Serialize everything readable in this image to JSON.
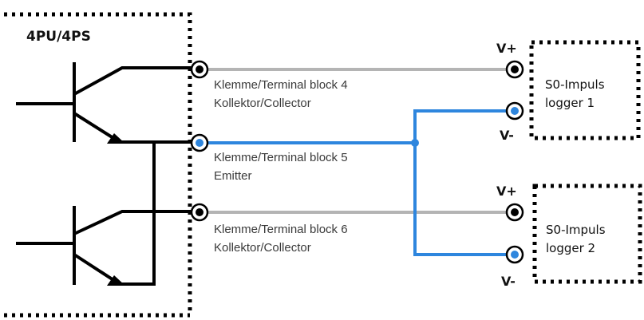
{
  "module": {
    "title": "4PU/4PS"
  },
  "terminals": [
    {
      "line1": "Klemme/Terminal block 4",
      "line2": "Kollektor/Collector"
    },
    {
      "line1": "Klemme/Terminal block 5",
      "line2": "Emitter"
    },
    {
      "line1": "Klemme/Terminal block 6",
      "line2": "Kollektor/Collector"
    }
  ],
  "loggers": [
    {
      "line1": "S0-Impuls",
      "line2": "logger 1",
      "vplus": "V+",
      "vminus": "V-"
    },
    {
      "line1": "S0-Impuls",
      "line2": "logger 2",
      "vplus": "V+",
      "vminus": "V-"
    }
  ],
  "colors": {
    "wire_collector": "#b4b4b4",
    "wire_emitter": "#2e86de",
    "wire_internal": "#000000"
  }
}
